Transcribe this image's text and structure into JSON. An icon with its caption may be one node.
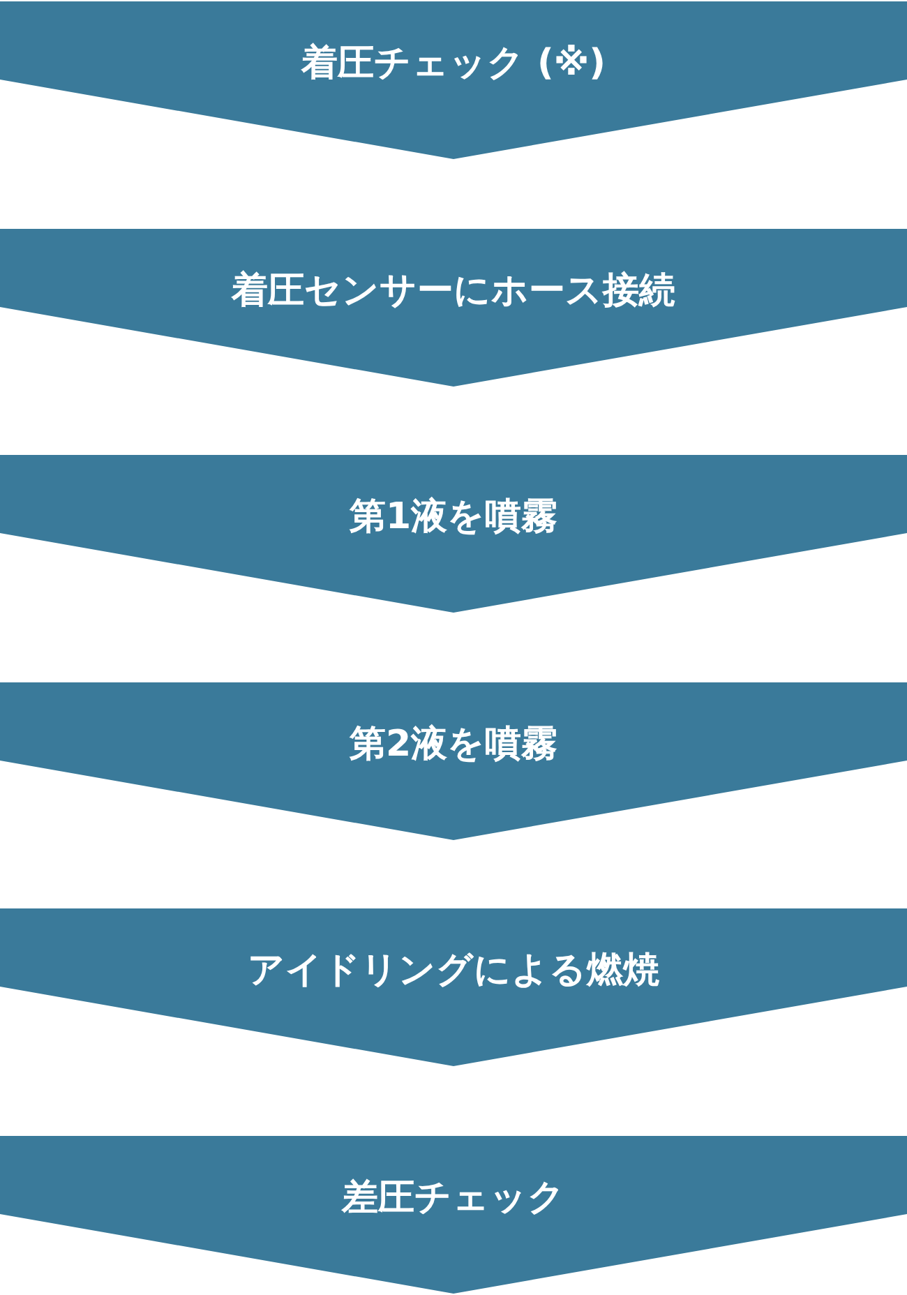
{
  "diagram": {
    "nodes": [
      {
        "text": [
          "着圧チェック (※)"
        ]
      },
      {
        "text": [
          "着圧センサーにホース接続"
        ]
      },
      {
        "text": [
          "第1液を噴霧"
        ]
      },
      {
        "text": [
          "第2液を噴霧"
        ]
      },
      {
        "text": [
          "アイドリングによる燃焼"
        ]
      },
      {
        "text": [
          "差圧チェック"
        ]
      }
    ]
  }
}
